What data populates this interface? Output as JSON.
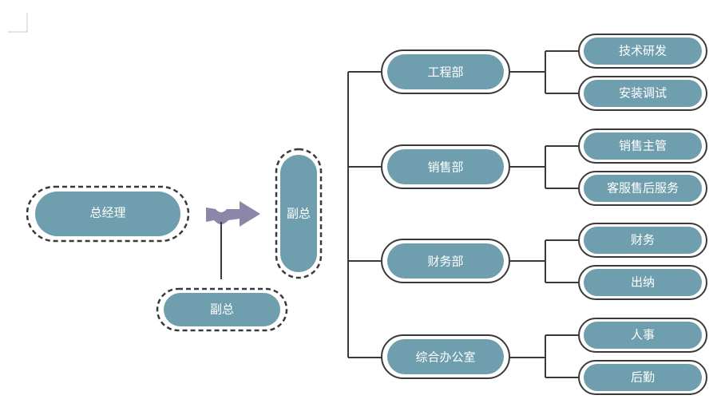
{
  "colors": {
    "fill": "#6f9fae",
    "border": "#3a3a3a",
    "connector": "#3a3a3a",
    "arrow": "#8b87a8",
    "text": "#ffffff"
  },
  "nodes": {
    "general_manager": "总经理",
    "deputy_top": "副总",
    "deputy_bottom": "副总"
  },
  "departments": [
    {
      "label": "工程部",
      "children": [
        "技术研发",
        "安装调试"
      ]
    },
    {
      "label": "销售部",
      "children": [
        "销售主管",
        "客服售后服务"
      ]
    },
    {
      "label": "财务部",
      "children": [
        "财务",
        "出纳"
      ]
    },
    {
      "label": "综合办公室",
      "children": [
        "人事",
        "后勤"
      ]
    }
  ]
}
